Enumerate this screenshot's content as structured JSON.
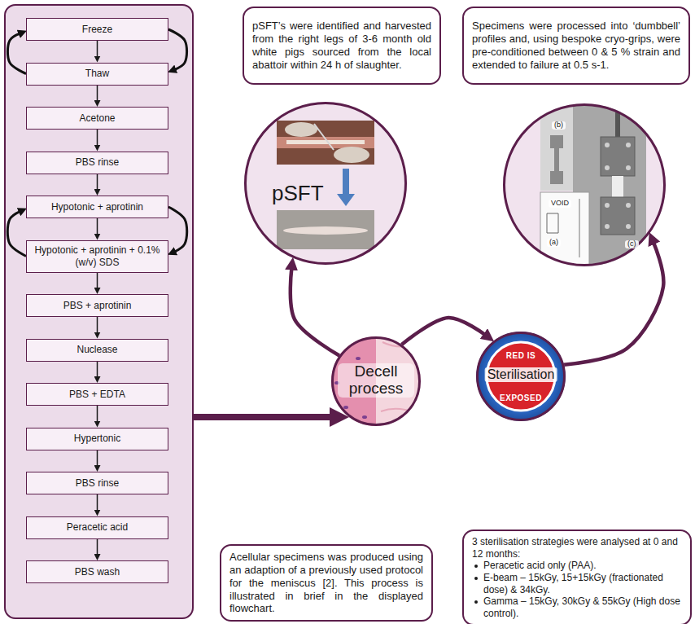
{
  "diagram": {
    "nodes": [
      {
        "text": []
      },
      {
        "text": [
          "Freeze"
        ],
        "in": 0
      },
      {
        "text": [
          "Thaw"
        ],
        "in": 0
      },
      {
        "text": [
          "Acetone"
        ],
        "in": 0
      },
      {
        "text": [
          "PBS rinse"
        ],
        "in": 0
      },
      {
        "text": [
          "Hypotonic + aprotinin"
        ],
        "in": 0
      },
      {
        "text": [
          "Hypotonic + aprotinin + 0.1%(w/v) SDS"
        ],
        "in": 0
      },
      {
        "text": [
          "PBS + aprotinin"
        ],
        "in": 0
      },
      {
        "text": [
          "Nuclease"
        ],
        "in": 0
      },
      {
        "text": [
          "PBS + EDTA"
        ],
        "in": 0
      },
      {
        "text": [
          "Hypertonic"
        ],
        "in": 0
      },
      {
        "text": [
          "PBS rinse"
        ],
        "in": 0
      },
      {
        "text": [
          "Peracetic acid"
        ],
        "in": 0
      },
      {
        "text": [
          "PBS wash"
        ],
        "in": 0
      },
      {
        "text": [
          "pSFT’s were identified and harvested from the right legs of 3-6 month old white pigs sourced from the local abattoir within 24 h of slaughter."
        ]
      },
      {
        "text": [
          "Specimens were processed into ‘dumbbell’ profiles and, using bespoke cryo-grips, were pre-conditioned between 0 & 5 % strain and extended to failure at 0.5 s-1."
        ]
      },
      {
        "text": [
          "pSFT"
        ]
      },
      {
        "text": [
          "(b)",
          "VOID",
          "(a)",
          "(c)"
        ]
      },
      {
        "text": [
          "Decell process"
        ]
      },
      {
        "text": [
          "Sterilisation"
        ]
      },
      {
        "text": [
          "Acellular specimens was produced using an adaption of a previously used protocol for the meniscus [2]. This process is illustrated in brief in the displayed flowchart."
        ]
      },
      {
        "text": [
          "3 sterilisation strategies were analysed at 0 and 12 months:",
          "Peracetic acid only (PAA).",
          "E-beam – 15kGy, 15+15kGy (fractionated dose) & 34kGy.",
          "Gamma – 15kGy, 30kGy & 55kGy (High dose control)."
        ]
      }
    ],
    "edges": [
      {
        "from": 1,
        "to": 2,
        "arrow": "to"
      },
      {
        "from": 2,
        "to": 3,
        "arrow": "to"
      },
      {
        "from": 3,
        "to": 4,
        "arrow": "to"
      },
      {
        "from": 4,
        "to": 5,
        "arrow": "to"
      },
      {
        "from": 5,
        "to": 6,
        "arrow": "to"
      },
      {
        "from": 6,
        "to": 7,
        "arrow": "to"
      },
      {
        "from": 7,
        "to": 8,
        "arrow": "to"
      },
      {
        "from": 8,
        "to": 9,
        "arrow": "to"
      },
      {
        "from": 9,
        "to": 10,
        "arrow": "to"
      },
      {
        "from": 10,
        "to": 11,
        "arrow": "to"
      },
      {
        "from": 11,
        "to": 12,
        "arrow": "to"
      },
      {
        "from": 12,
        "to": 13,
        "arrow": "to"
      },
      {
        "from": 2,
        "to": 1,
        "arrow": "to"
      },
      {
        "from": 1,
        "to": 2,
        "arrow": "to"
      },
      {
        "from": 6,
        "to": 5,
        "arrow": "to"
      },
      {
        "from": 5,
        "to": 6,
        "arrow": "to"
      },
      {
        "from": 0,
        "to": 18,
        "arrow": "to"
      },
      {
        "from": 18,
        "to": 16,
        "arrow": "to"
      },
      {
        "from": 18,
        "to": 19,
        "arrow": "to"
      },
      {
        "from": 19,
        "to": 17,
        "arrow": "to"
      }
    ],
    "labels": [
      "RED IS",
      "EXPOSED"
    ]
  }
}
